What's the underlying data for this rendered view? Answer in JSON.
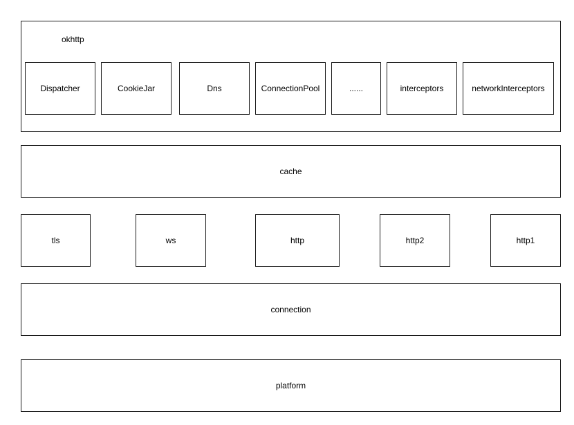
{
  "okhttp": {
    "label": "okhttp",
    "components": [
      "Dispatcher",
      "CookieJar",
      "Dns",
      "ConnectionPool",
      "......",
      "interceptors",
      "networkInterceptors"
    ]
  },
  "cache": {
    "label": "cache"
  },
  "protocols": [
    "tls",
    "ws",
    "http",
    "http2",
    "http1"
  ],
  "connection": {
    "label": "connection"
  },
  "platform": {
    "label": "platform"
  }
}
